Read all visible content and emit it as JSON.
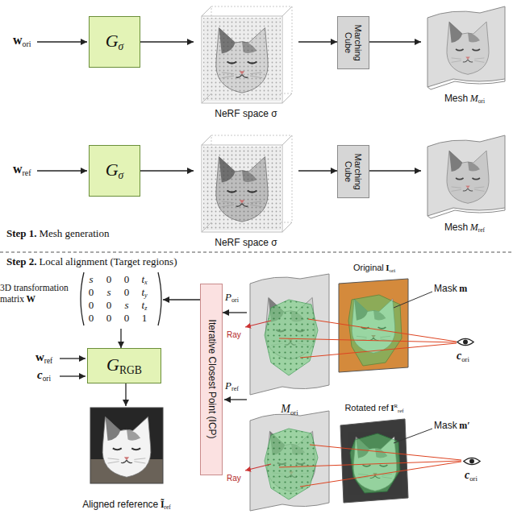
{
  "diagram": {
    "nodes": [
      {
        "text": [
          "G",
          "σ"
        ]
      },
      {
        "text": [
          "NeRF space σ"
        ]
      },
      {
        "text": [
          "Marching Cube"
        ]
      },
      {
        "text": [
          "Mesh",
          "M",
          "ori"
        ]
      },
      {
        "text": [
          "G",
          "σ"
        ]
      },
      {
        "text": [
          "NeRF space σ"
        ]
      },
      {
        "text": [
          "Marching Cube"
        ]
      },
      {
        "text": [
          "Mesh",
          "M",
          "ref"
        ]
      },
      {
        "text": [
          "3D transformation matrix",
          "W",
          "s",
          "0",
          "0",
          "t",
          "x",
          "0",
          "s",
          "0",
          "t",
          "y",
          "0",
          "0",
          "s",
          "t",
          "z",
          "0",
          "0",
          "0",
          "1"
        ]
      },
      {
        "text": [
          "G",
          "RGB"
        ]
      },
      {
        "text": [
          "Aligned reference",
          "Ĩ",
          "ref"
        ]
      },
      {
        "text": [
          "Iterative Closest Point (ICP)"
        ]
      },
      {
        "text": [
          "M",
          "ori"
        ]
      },
      {
        "text": [
          "Original",
          "I",
          "ori"
        ]
      },
      {
        "text": [
          "Rotated ref",
          "I",
          "R",
          "ref"
        ]
      }
    ],
    "edges": [
      {
        "from": 0,
        "to": 1,
        "arrow": "to"
      },
      {
        "from": 1,
        "to": 2,
        "arrow": "to"
      },
      {
        "from": 2,
        "to": 3,
        "arrow": "to"
      },
      {
        "from": 4,
        "to": 5,
        "arrow": "to"
      },
      {
        "from": 5,
        "to": 6,
        "arrow": "to"
      },
      {
        "from": 6,
        "to": 7,
        "arrow": "to"
      },
      {
        "from": 11,
        "to": 8,
        "arrow": "to"
      },
      {
        "from": 8,
        "to": 9,
        "arrow": "to"
      },
      {
        "from": 9,
        "to": 10,
        "arrow": "to"
      },
      {
        "from": 12,
        "to": 11,
        "arrow": "to"
      }
    ],
    "labels": [
      "w",
      "ori",
      "w",
      "ref",
      "Step 1.",
      "Mesh generation",
      "Step 2.",
      "Local alignment (Target regions)",
      "w",
      "ref",
      "c",
      "ori",
      "P",
      "ori",
      "P",
      "ref",
      "Ray",
      "Ray",
      "Mask",
      "m",
      "Mask",
      "m′",
      "c",
      "ori",
      "c",
      "ori"
    ]
  }
}
